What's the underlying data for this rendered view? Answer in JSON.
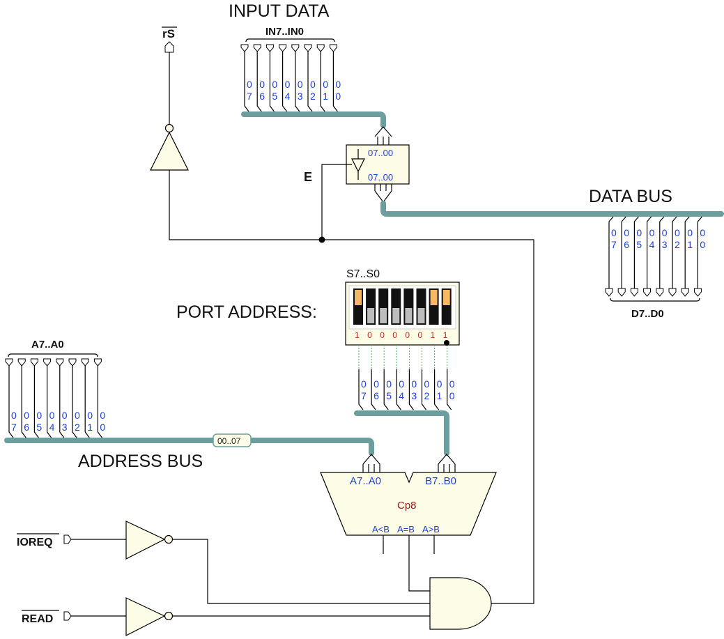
{
  "labels": {
    "input_data": "INPUT DATA",
    "input_pins": "IN7..IN0",
    "rs": "rS",
    "e": "E",
    "data_bus": "DATA BUS",
    "data_pins": "D7..D0",
    "dip_name": "S7..S0",
    "port_address": "PORT ADDRESS:",
    "addr_pins": "A7..A0",
    "address_bus": "ADDRESS BUS",
    "bus_tag": "00..07",
    "ioreq": "IOREQ",
    "read": "READ"
  },
  "buffer": {
    "in_range": "07..00",
    "out_range": "07..00"
  },
  "comparator": {
    "name": "Cp8",
    "in_a": "A7..A0",
    "in_b": "B7..B0",
    "out_lt": "A<B",
    "out_eq": "A=B",
    "out_gt": "A>B"
  },
  "bit_tags": [
    "0",
    "7",
    "0",
    "6",
    "0",
    "5",
    "0",
    "4",
    "0",
    "3",
    "0",
    "2",
    "0",
    "1",
    "0",
    "0"
  ],
  "dip_values": [
    "1",
    "0",
    "0",
    "0",
    "0",
    "0",
    "1",
    "1"
  ],
  "colors": {
    "bus": "#6b9e9c",
    "component_fill": "#fdfce6",
    "bit_label": "#1d3fd8",
    "switch_on": "#f6b860",
    "switch_off": "#bdbdbd"
  }
}
